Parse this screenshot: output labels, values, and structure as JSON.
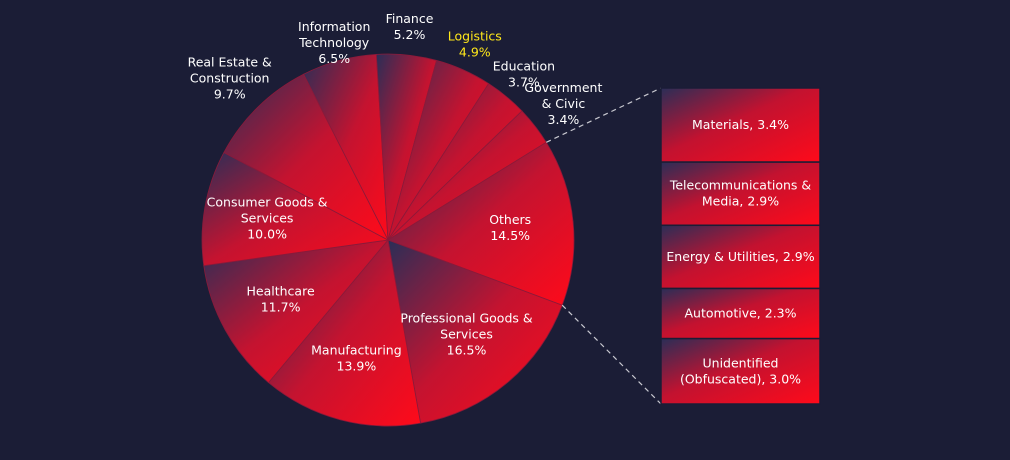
{
  "chart_data": {
    "type": "pie",
    "title": "",
    "slices": [
      {
        "label": "Information Technology",
        "value": 6.5,
        "display": "6.5%"
      },
      {
        "label": "Finance",
        "value": 5.2,
        "display": "5.2%"
      },
      {
        "label": "Logistics",
        "value": 4.9,
        "display": "4.9%",
        "highlight": true
      },
      {
        "label": "Education",
        "value": 3.7,
        "display": "3.7%"
      },
      {
        "label": "Government & Civic",
        "value": 3.4,
        "display": "3.4%"
      },
      {
        "label": "Others",
        "value": 14.5,
        "display": "14.5%"
      },
      {
        "label": "Professional Goods & Services",
        "value": 16.5,
        "display": "16.5%"
      },
      {
        "label": "Manufacturing",
        "value": 13.9,
        "display": "13.9%"
      },
      {
        "label": "Healthcare",
        "value": 11.7,
        "display": "11.7%"
      },
      {
        "label": "Consumer Goods & Services",
        "value": 10.0,
        "display": "10.0%"
      },
      {
        "label": "Real Estate & Construction",
        "value": 9.7,
        "display": "9.7%"
      }
    ],
    "others_breakdown": [
      {
        "label": "Materials",
        "value": 3.4,
        "display": "Materials, 3.4%"
      },
      {
        "label": "Telecommunications & Media",
        "value": 2.9,
        "display": "Telecommunications & Media, 2.9%"
      },
      {
        "label": "Energy & Utilities",
        "value": 2.9,
        "display": "Energy & Utilities, 2.9%"
      },
      {
        "label": "Automotive",
        "value": 2.3,
        "display": "Automotive, 2.3%"
      },
      {
        "label": "Unidentified (Obfuscated)",
        "value": 3.0,
        "display": "Unidentified (Obfuscated), 3.0%"
      }
    ],
    "colors": {
      "background": "#1b1d36",
      "gradient_dark": "#2a2e57",
      "gradient_bright": "#ff0a1a",
      "label_text": "#ffffff",
      "highlight_text": "#ffe81a",
      "connector": "#c8c8d0"
    }
  }
}
